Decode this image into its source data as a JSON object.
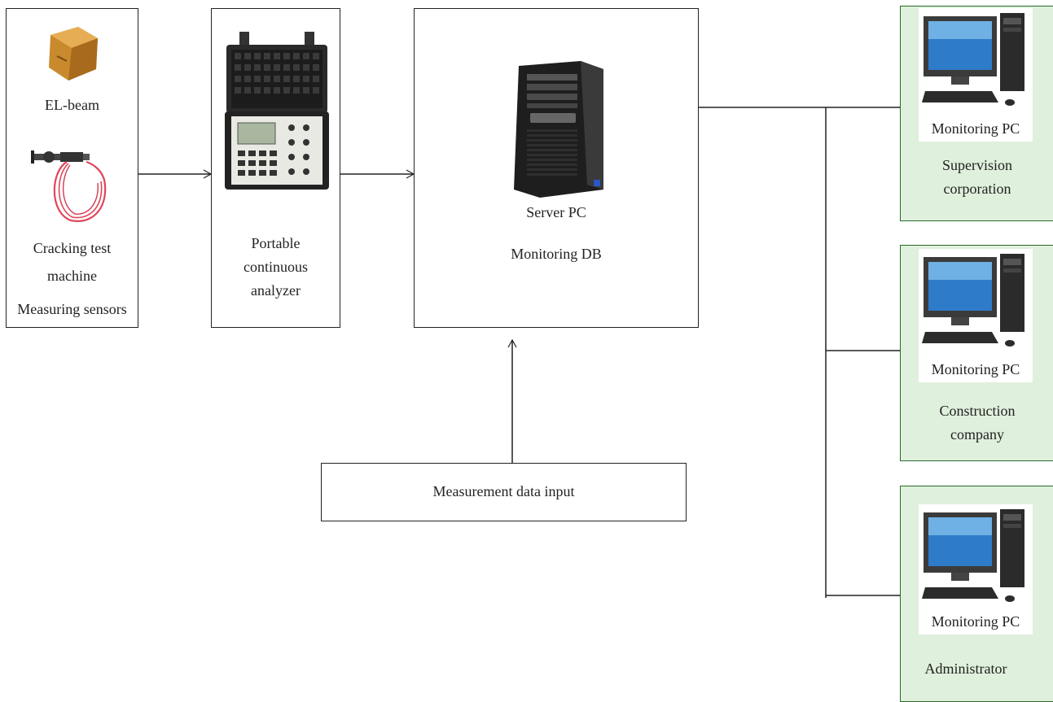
{
  "sensors": {
    "el_beam_label": "EL-beam",
    "cracking_label": "Cracking test\nmachine",
    "measuring_label": "Measuring sensors"
  },
  "analyzer": {
    "label": "Portable\ncontinuous\nanalyzer"
  },
  "server": {
    "pc_label": "Server PC",
    "db_label": "Monitoring DB"
  },
  "input": {
    "label": "Measurement data input"
  },
  "clients": [
    {
      "pc_label": "Monitoring PC",
      "org_label": "Supervision\ncorporation"
    },
    {
      "pc_label": "Monitoring PC",
      "org_label": "Construction\ncompany"
    },
    {
      "pc_label": "Monitoring PC",
      "org_label": "Administrator"
    }
  ],
  "colors": {
    "client_fill": "#dff0dc",
    "client_border": "#2a6a2a",
    "cable": "#e0455a",
    "device": "#222222"
  }
}
